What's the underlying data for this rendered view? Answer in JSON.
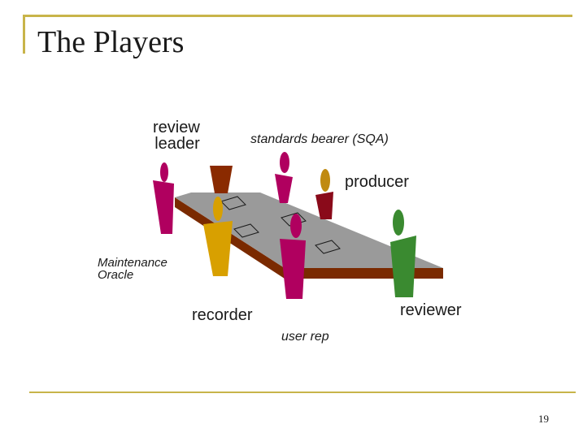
{
  "slide": {
    "title": "The Players",
    "page_number": "19",
    "frame_color": "#c8b44a"
  },
  "labels": {
    "review_leader_line1": "review",
    "review_leader_line2": "leader",
    "standards_bearer": "standards bearer (SQA)",
    "producer": "producer",
    "maintenance_line1": "Maintenance",
    "maintenance_line2": "Oracle",
    "recorder": "recorder",
    "reviewer": "reviewer",
    "user_rep": "user rep"
  },
  "colors": {
    "table_top": "#9a9a9a",
    "table_edge": "#7a2a00",
    "review_leader": "#b0005f",
    "standards_bearer": "#b0005f",
    "producer": "#8a0a1a",
    "producer_head": "#c08a10",
    "maroon_figure": "#8a2a00",
    "recorder": "#d8a000",
    "user_rep": "#b0005f",
    "reviewer": "#3a8a30"
  }
}
